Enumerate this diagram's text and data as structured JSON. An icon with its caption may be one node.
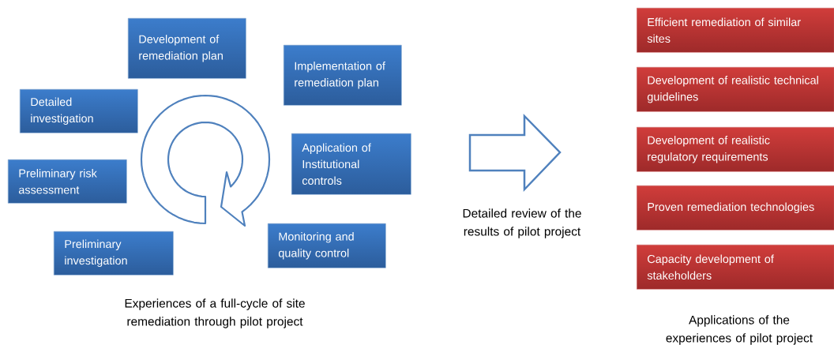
{
  "diagram": {
    "nodes": [
      {
        "text": [
          "Development of remediation plan"
        ]
      },
      {
        "text": [
          "Implementation of remediation plan"
        ]
      },
      {
        "text": [
          "Detailed investigation"
        ]
      },
      {
        "text": [
          "Application of Institutional controls"
        ]
      },
      {
        "text": [
          "Preliminary risk assessment"
        ]
      },
      {
        "text": [
          "Monitoring and quality control"
        ]
      },
      {
        "text": [
          "Preliminary investigation"
        ]
      },
      {
        "text": [
          "Efficient remediation of similar sites"
        ]
      },
      {
        "text": [
          "Development of realistic technical guidelines"
        ]
      },
      {
        "text": [
          "Development of realistic regulatory requirements"
        ]
      },
      {
        "text": [
          "Proven remediation technologies"
        ]
      },
      {
        "text": [
          "Capacity development of stakeholders"
        ]
      }
    ],
    "labels": [
      "Experiences of a full-cycle of site remediation through pilot project",
      "Detailed review of the results of pilot project",
      "Applications of the experiences of pilot project"
    ]
  }
}
